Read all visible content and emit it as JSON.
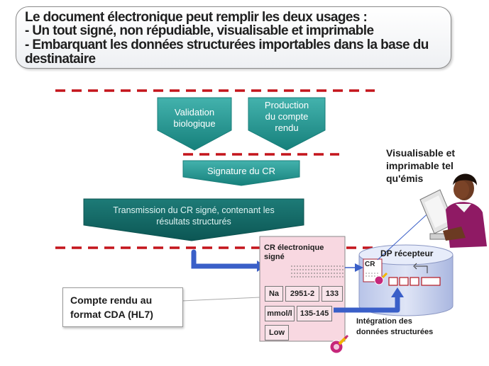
{
  "header": {
    "line1": "Le document électronique peut remplir les deux usages :",
    "line2": "- Un tout signé, non répudiable, visualisable et imprimable",
    "line3": "- Embarquant les données structurées importables  dans la base du",
    "line4": "destinataire"
  },
  "steps": {
    "validation": [
      "Validation",
      "biologique"
    ],
    "production": [
      "Production",
      "du compte",
      "rendu"
    ],
    "signature": "Signature du CR",
    "transmission": [
      "Transmission  du CR signé, contenant  les",
      "résultats structurés"
    ]
  },
  "document": {
    "title": [
      "CR électronique",
      "signé"
    ],
    "cells": [
      "Na",
      "2951-2",
      "133",
      "mmol/l",
      "135-145",
      "Low"
    ]
  },
  "cda_label": [
    "Compte rendu au",
    "format CDA (HL7)"
  ],
  "receiver": {
    "title": "DP récepteur",
    "cr": "CR"
  },
  "viewer_label": [
    "Visualisable et",
    "imprimable tel",
    "qu'émis"
  ],
  "integration_label": [
    "Intégration des",
    "données structurées"
  ],
  "colors": {
    "teal": "#1e8a86",
    "teal_dark": "#0f5a58",
    "dash_red": "#c4151c",
    "arrow_blue": "#3a5fc8",
    "doc_pink": "#f8d8e1",
    "db_blue": "#c9d3ee"
  }
}
